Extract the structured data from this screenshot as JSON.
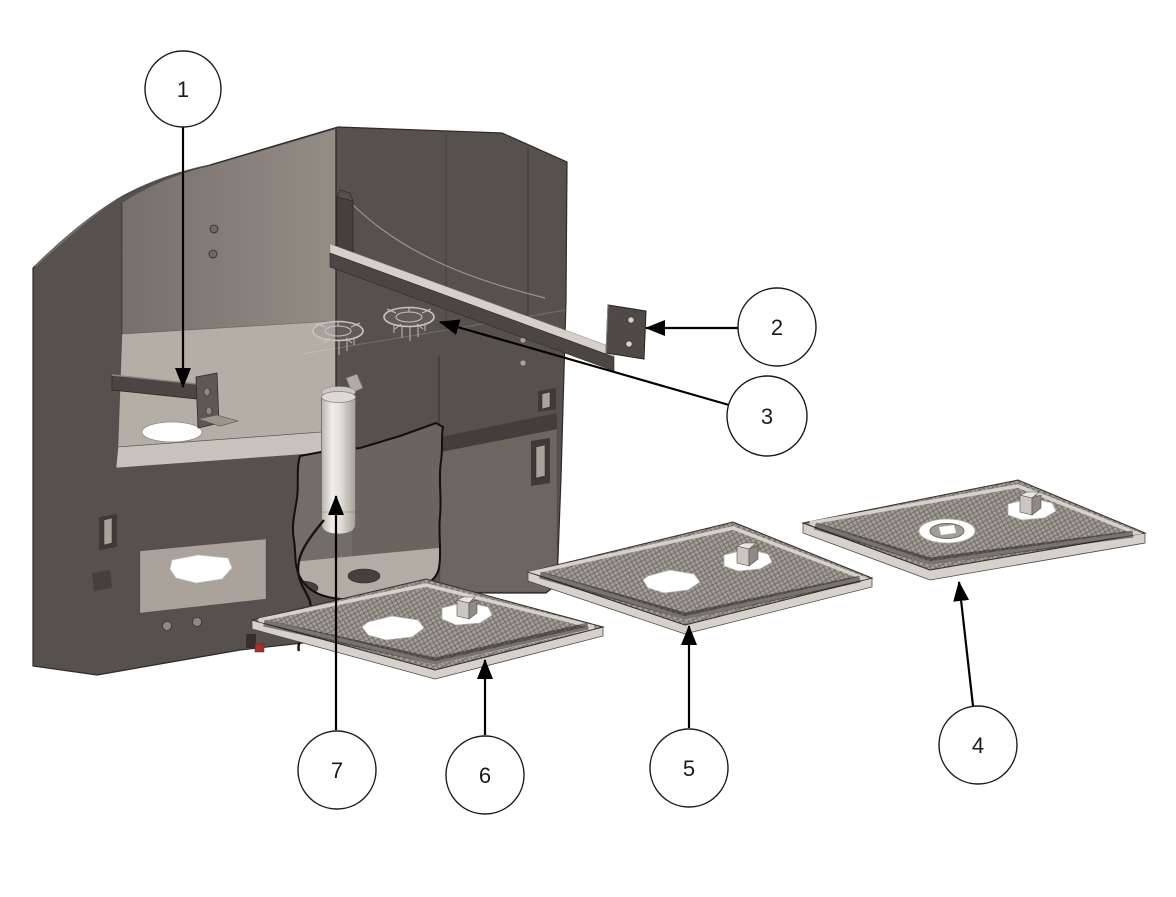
{
  "diagram": {
    "background": "#FFFFFF",
    "callouts": [
      {
        "label": "1"
      },
      {
        "label": "2"
      },
      {
        "label": "3"
      },
      {
        "label": "4"
      },
      {
        "label": "5"
      },
      {
        "label": "6"
      },
      {
        "label": "7"
      }
    ],
    "palette": {
      "callout_line": "#000000",
      "body_dark": "#57514E",
      "body_medium": "#6C6661",
      "interior_floor": "#B4AEA7",
      "interior_wall": "#8A847E",
      "tray_mesh": "#A29D96",
      "tray_rim": "#D6D2CB",
      "cylinder_light": "#E3E0DB",
      "connector_red": "#A93226"
    }
  }
}
